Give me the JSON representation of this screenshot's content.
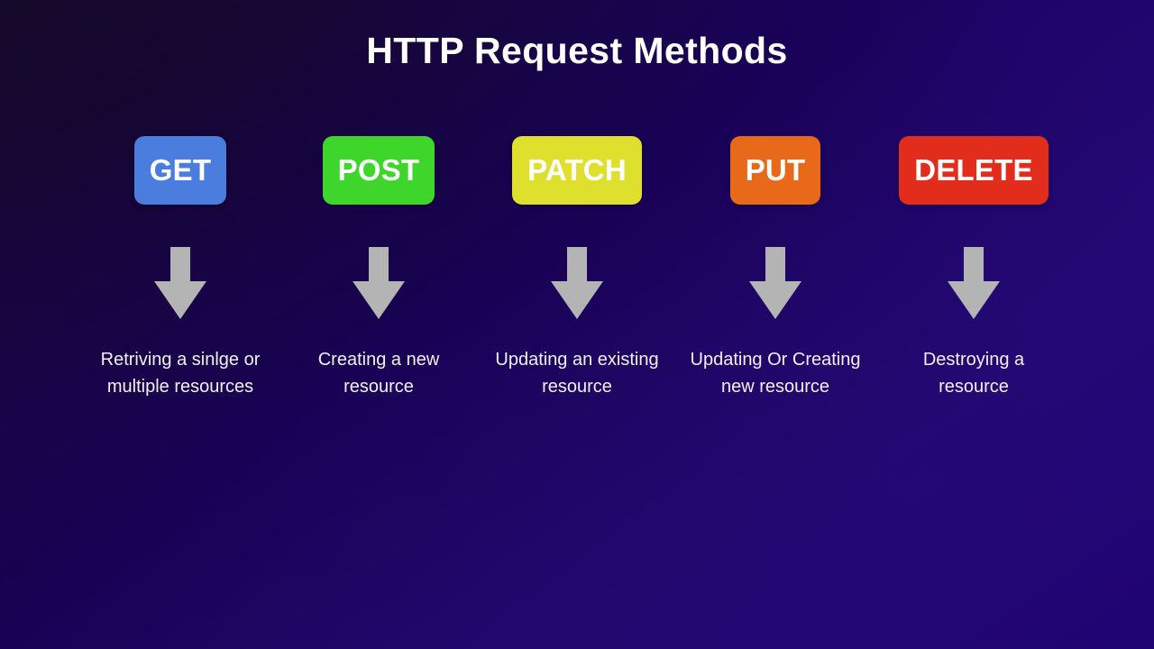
{
  "slide": {
    "title": "HTTP Request Methods",
    "background": {
      "dark_corner": "#3b1060",
      "light_corner": "#5c1fad"
    },
    "arrow": {
      "icon": "arrow-down-icon",
      "color": "#b4b4b4"
    },
    "caption_color": "#f2f0f6"
  },
  "methods": [
    {
      "name": "GET",
      "badge_color": "#4a7ddd",
      "badge_text_color": "#ffffff",
      "description": "Retriving a sinlge or multiple resources"
    },
    {
      "name": "POST",
      "badge_color": "#3ed62b",
      "badge_text_color": "#ffffff",
      "description": "Creating a new resource"
    },
    {
      "name": "PATCH",
      "badge_color": "#dfdf2e",
      "badge_text_color": "#ffffff",
      "description": "Updating an existing resource"
    },
    {
      "name": "PUT",
      "badge_color": "#e8691a",
      "badge_text_color": "#ffffff",
      "description": "Updating Or Creating new resource"
    },
    {
      "name": "DELETE",
      "badge_color": "#e22d1c",
      "badge_text_color": "#ffffff",
      "description": "Destroying a resource"
    }
  ]
}
